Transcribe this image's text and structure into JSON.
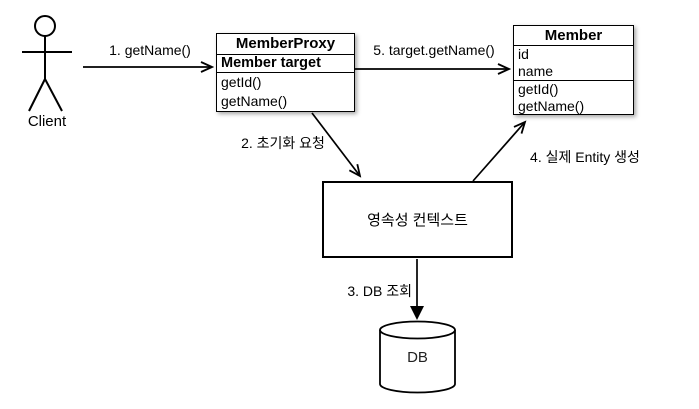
{
  "diagram": {
    "actor": {
      "label": "Client"
    },
    "flows": {
      "step1": "1. getName()",
      "step2": "2. 초기화 요청",
      "step3": "3. DB 조회",
      "step4": "4. 실제 Entity 생성",
      "step5": "5. target.getName()"
    },
    "member_proxy": {
      "title": "MemberProxy",
      "attribute": "Member target",
      "methods": [
        "getId()",
        "getName()"
      ]
    },
    "member": {
      "title": "Member",
      "fields": [
        "id",
        "name"
      ],
      "methods": [
        "getId()",
        "getName()"
      ]
    },
    "persistence_context": {
      "label": "영속성 컨텍스트"
    },
    "database": {
      "label": "DB"
    },
    "colors": {
      "line": "#000000",
      "background": "#ffffff"
    }
  }
}
